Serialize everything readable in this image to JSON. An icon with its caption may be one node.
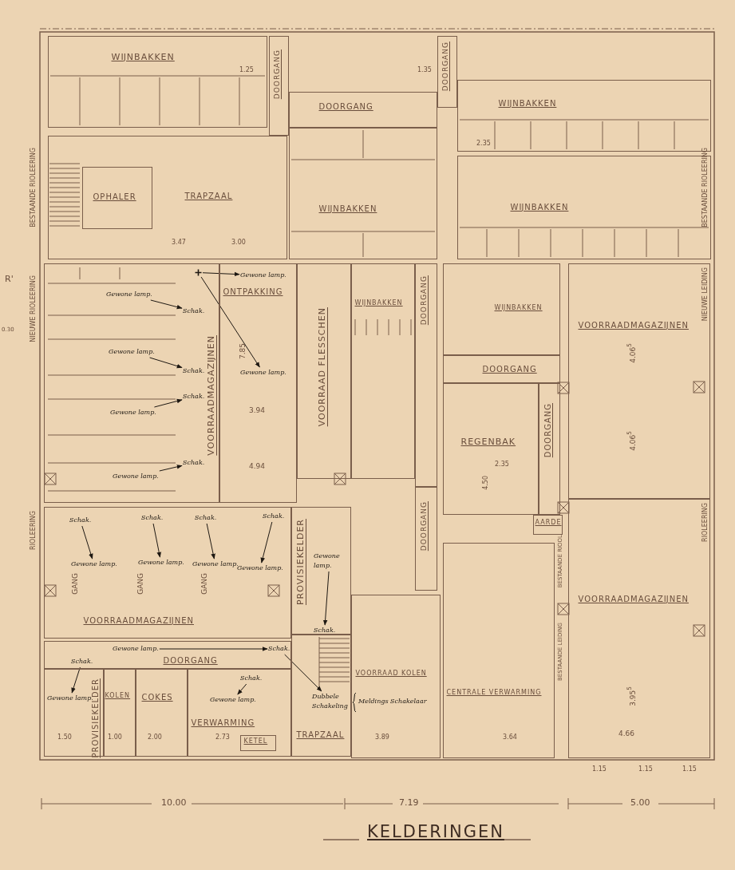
{
  "diagram": {
    "title": "KELDERINGEN",
    "nodes": [
      {
        "text": [
          "WĲNBAKKEN"
        ]
      },
      {
        "text": [
          "DOORGANG"
        ]
      },
      {
        "text": [
          "DOORGANG"
        ]
      },
      {
        "text": [
          "DOORGANG"
        ]
      },
      {
        "text": [
          "WĲNBAKKEN"
        ]
      },
      {
        "text": [
          "TRAPZAAL"
        ]
      },
      {
        "text": [
          "OPHALER"
        ],
        "in": 5
      },
      {
        "text": [
          "WĲNBAKKEN"
        ]
      },
      {
        "text": [
          "WĲNBAKKEN"
        ]
      },
      {
        "text": [
          "VOORRAADMAGAZĲNEN"
        ]
      },
      {
        "text": [
          "ONTPAKKING"
        ]
      },
      {
        "text": [
          "VOORRAAD FLESSCHEN"
        ]
      },
      {
        "text": [
          "WĲNBAKKEN"
        ]
      },
      {
        "text": [
          "DOORGANG"
        ]
      },
      {
        "text": [
          "WĲNBAKKEN"
        ]
      },
      {
        "text": [
          "DOORGANG"
        ]
      },
      {
        "text": [
          "REGENBAK"
        ]
      },
      {
        "text": [
          "DOORGANG"
        ]
      },
      {
        "text": [
          "AARDE"
        ]
      },
      {
        "text": [
          "VOORRAADMAGAZĲNEN"
        ]
      },
      {
        "text": [
          "VOORRAADMAGAZĲNEN"
        ]
      },
      {
        "text": [
          "VOORRAADMAGAZĲNEN"
        ]
      },
      {
        "text": [
          "PROVISIEKELDER"
        ]
      },
      {
        "text": [
          "DOORGANG"
        ]
      },
      {
        "text": [
          "DOORGANG"
        ]
      },
      {
        "text": [
          "PROVISIEKELDER"
        ]
      },
      {
        "text": [
          "KOLEN"
        ]
      },
      {
        "text": [
          "COKES"
        ]
      },
      {
        "text": [
          "VERWARMING"
        ]
      },
      {
        "text": [
          "KETEL"
        ],
        "in": 28
      },
      {
        "text": [
          "TRAPZAAL"
        ]
      },
      {
        "text": [
          "VOORRAAD KOLEN"
        ]
      },
      {
        "text": [
          "CENTRALE VERWARMING"
        ]
      },
      {
        "text": [],
        "shape": "cross",
        "in": 9
      },
      {
        "text": [
          "Gewone lamp."
        ],
        "in": 10
      },
      {
        "text": [
          "Gewone lamp."
        ],
        "in": 10
      },
      {
        "text": [
          "Gewone lamp."
        ],
        "in": 9
      },
      {
        "text": [
          "Schak."
        ],
        "in": 9
      },
      {
        "text": [
          "Gewone lamp."
        ],
        "in": 9
      },
      {
        "text": [
          "Schak."
        ],
        "in": 9
      },
      {
        "text": [
          "Gewone lamp."
        ],
        "in": 9
      },
      {
        "text": [
          "Schak."
        ],
        "in": 9
      },
      {
        "text": [
          "Gewone lamp."
        ],
        "in": 9
      },
      {
        "text": [
          "Schak."
        ],
        "in": 9
      },
      {
        "text": [
          "Schak."
        ],
        "in": 21
      },
      {
        "text": [
          "Gewone lamp."
        ],
        "in": 21
      },
      {
        "text": [
          "Schak."
        ],
        "in": 21
      },
      {
        "text": [
          "Gewone lamp."
        ],
        "in": 21
      },
      {
        "text": [
          "Schak."
        ],
        "in": 21
      },
      {
        "text": [
          "Gewone lamp."
        ],
        "in": 21
      },
      {
        "text": [
          "Schak."
        ],
        "in": 21
      },
      {
        "text": [
          "Gewone lamp."
        ],
        "in": 21
      },
      {
        "text": [
          "Gewone lamp."
        ],
        "in": 22
      },
      {
        "text": [
          "Schak."
        ],
        "in": 22
      },
      {
        "text": [
          "Gewone lamp."
        ],
        "in": 24
      },
      {
        "text": [
          "Schak."
        ],
        "in": 24
      },
      {
        "text": [
          "Dubbele Schakeling"
        ],
        "in": 30
      },
      {
        "text": [
          "Schak."
        ],
        "in": 24
      },
      {
        "text": [
          "Gewone lamp."
        ],
        "in": 25
      },
      {
        "text": [
          "Schak."
        ],
        "in": 28
      },
      {
        "text": [
          "Gewone lamp."
        ],
        "in": 28
      }
    ],
    "edges": [
      {
        "from": 33,
        "to": 34,
        "arrow": "to"
      },
      {
        "from": 33,
        "to": 35,
        "arrow": "to"
      },
      {
        "from": 36,
        "to": 37,
        "arrow": "to"
      },
      {
        "from": 38,
        "to": 39,
        "arrow": "to"
      },
      {
        "from": 40,
        "to": 41,
        "arrow": "to"
      },
      {
        "from": 42,
        "to": 43,
        "arrow": "to"
      },
      {
        "from": 44,
        "to": 45,
        "arrow": "to"
      },
      {
        "from": 46,
        "to": 47,
        "arrow": "to"
      },
      {
        "from": 48,
        "to": 49,
        "arrow": "to"
      },
      {
        "from": 50,
        "to": 51,
        "arrow": "to"
      },
      {
        "from": 52,
        "to": 53,
        "arrow": "to"
      },
      {
        "from": 54,
        "to": 55,
        "arrow": "to"
      },
      {
        "from": 55,
        "to": 56,
        "arrow": "to"
      },
      {
        "from": 57,
        "to": 58,
        "arrow": "to"
      },
      {
        "from": 59,
        "to": 60,
        "arrow": "to"
      }
    ],
    "labels": [
      "R'",
      "0.30",
      "BESTAANDE RIOLEERING",
      "BESTAANDE RIOLEERING",
      "NIEUWE RIOLEERING",
      "NIEUWE LEIDING",
      "RIOLEERING",
      "BESTAANDE RIOOL",
      "BESTAANDE LEIDING",
      "RIOLEERING",
      "GANG",
      "GANG",
      "GANG",
      "1.25",
      "1.35",
      "3.47",
      "3.00",
      "2.35",
      "7.85",
      "3.94",
      "4.94",
      "4.06$^{5}$",
      "4.06$^{5}$",
      "2.35",
      "4.50",
      "3.95$^{5}$",
      "1.50",
      "1.00",
      "2.00",
      "2.73",
      "3.89",
      "3.64",
      "4.66",
      "1.15",
      "1.15",
      "1.15",
      "10.00",
      "7.19",
      "5.00",
      "Meldings Schakelaar"
    ]
  }
}
